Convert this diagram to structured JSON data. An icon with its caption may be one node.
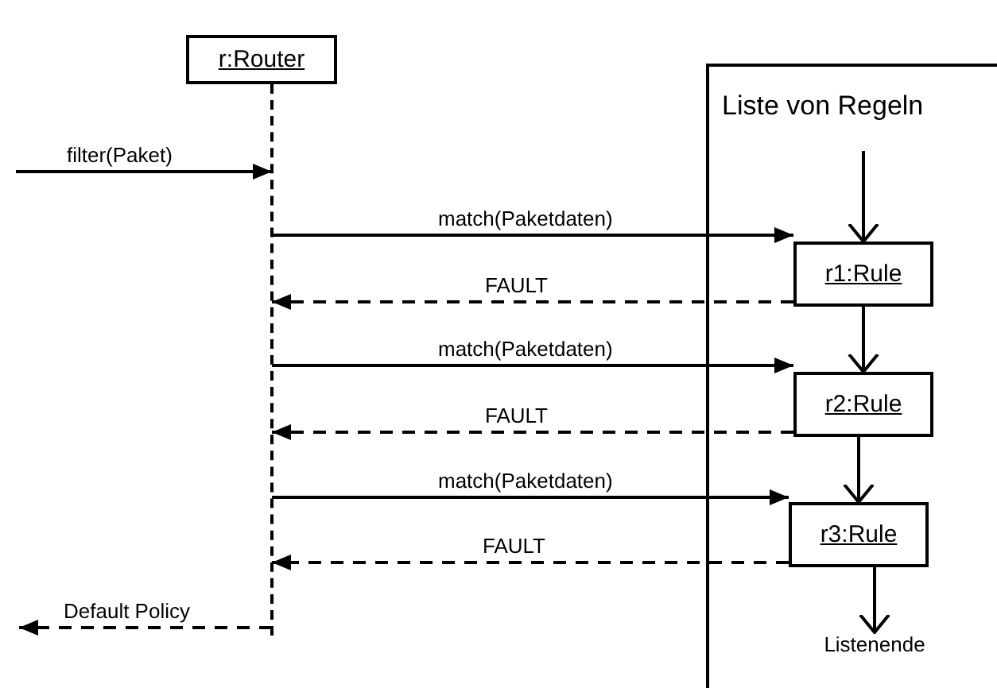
{
  "diagram": {
    "nodes": [
      {
        "text": [
          "r:Router"
        ]
      },
      {
        "text": [],
        "shape": "line"
      },
      {
        "text": [
          "Liste von Regeln"
        ]
      },
      {
        "text": [
          "r1:Rule"
        ],
        "in": 2
      },
      {
        "text": [
          "r2:Rule"
        ],
        "in": 2
      },
      {
        "text": [
          "r3:Rule"
        ],
        "in": 2
      },
      {
        "text": [
          "Listenende"
        ],
        "in": 2
      }
    ],
    "edges": [
      {
        "from": null,
        "to": 1,
        "arrow": "to",
        "label": "filter(Paket)"
      },
      {
        "from": 1,
        "to": 3,
        "arrow": "to",
        "label": "match(Paketdaten)"
      },
      {
        "from": 3,
        "to": 1,
        "arrow": "to",
        "label": "FAULT",
        "style": "dashed"
      },
      {
        "from": 1,
        "to": 4,
        "arrow": "to",
        "label": "match(Paketdaten)"
      },
      {
        "from": 4,
        "to": 1,
        "arrow": "to",
        "label": "FAULT",
        "style": "dashed"
      },
      {
        "from": 1,
        "to": 5,
        "arrow": "to",
        "label": "match(Paketdaten)"
      },
      {
        "from": 5,
        "to": 1,
        "arrow": "to",
        "label": "FAULT",
        "style": "dashed"
      },
      {
        "from": 1,
        "to": null,
        "arrow": "to",
        "label": "Default Policy",
        "style": "dashed"
      },
      {
        "from": null,
        "to": 3,
        "arrow": "to"
      },
      {
        "from": 3,
        "to": 4,
        "arrow": "to"
      },
      {
        "from": 4,
        "to": 5,
        "arrow": "to"
      },
      {
        "from": 5,
        "to": 6,
        "arrow": "to"
      }
    ]
  }
}
